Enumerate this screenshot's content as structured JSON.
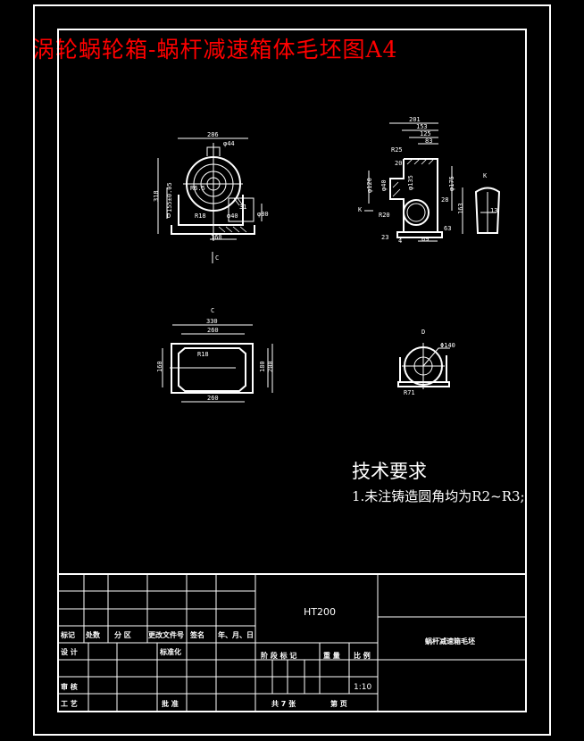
{
  "title": "涡轮蜗轮箱-蜗杆减速箱体毛坯图A4",
  "colors": {
    "background": "#000000",
    "lines": "#ffffff",
    "title": "#ff0000"
  },
  "front_view": {
    "dims": [
      "286",
      "φ44",
      "318",
      "R6.5",
      "155±0.05",
      "R18",
      "31",
      "φ80",
      "φ40",
      "160"
    ],
    "label_D": "D",
    "section_label": "C"
  },
  "side_view": {
    "dims": [
      "201",
      "153",
      "125",
      "83",
      "R25",
      "20",
      "φ120",
      "φ40",
      "φ135",
      "φ175",
      "28",
      "163",
      "R20",
      "63",
      "23",
      "4",
      "69"
    ],
    "label_K": "K"
  },
  "view_K": {
    "label": "K",
    "dim": "13"
  },
  "view_C": {
    "label": "C",
    "dims": [
      "330",
      "260",
      "R18",
      "160",
      "180",
      "200",
      "260"
    ]
  },
  "view_D": {
    "label": "D",
    "dims": [
      "Φ140",
      "R71"
    ]
  },
  "technical_requirements": {
    "heading": "技术要求",
    "items": [
      "1.未注铸造圆角均为R2~R3;"
    ]
  },
  "title_block": {
    "material": "HT200",
    "part_name": "蜗杆减速箱毛坯",
    "headers": [
      "标记",
      "处数",
      "分 区",
      "更改文件号",
      "签名",
      "年、月、日"
    ],
    "design": "设 计",
    "standardization": "标准化",
    "review": "审 核",
    "process": "工 艺",
    "approve": "批 准",
    "stage_mark": "阶 段 标 记",
    "weight": "重 量",
    "scale_label": "比 例",
    "scale": "1:10",
    "sheets_total": "共 7 张",
    "sheet_no": "第   页"
  }
}
